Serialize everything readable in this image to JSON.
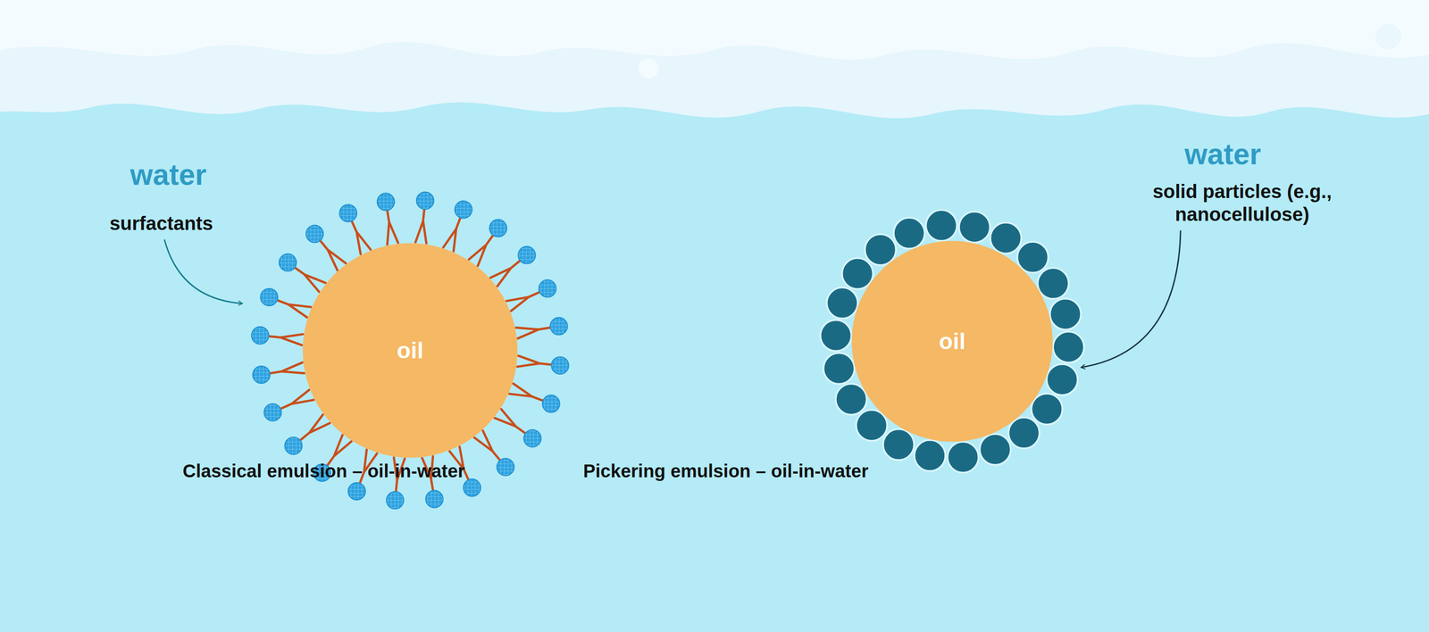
{
  "diagram": {
    "nodes": [
      {
        "text": [
          "oil"
        ]
      },
      {
        "text": [
          "oil"
        ]
      }
    ],
    "labels": [
      "water",
      "surfactants",
      "water",
      "solid particles (e.g., nanocellulose)",
      "Classical emulsion – oil-in-water",
      "Pickering emulsion – oil-in-water"
    ]
  }
}
